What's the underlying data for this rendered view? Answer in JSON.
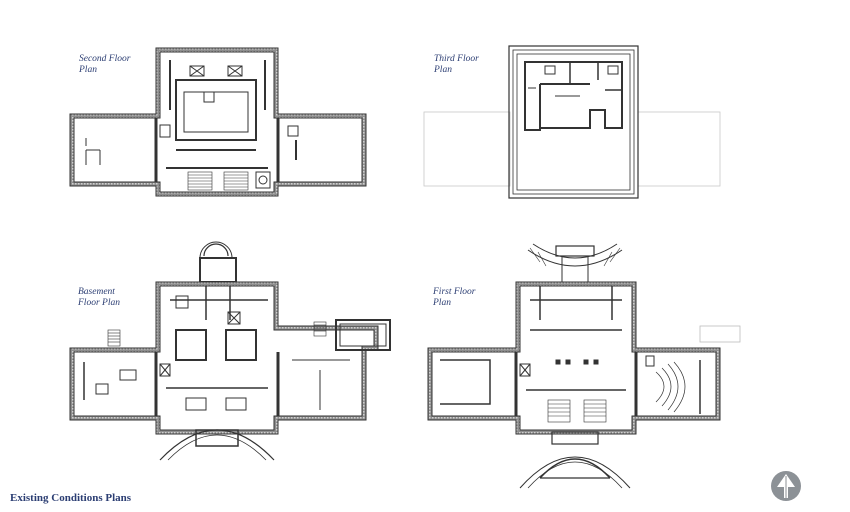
{
  "labels": {
    "second_floor": "Second Floor\nPlan",
    "third_floor": "Third Floor\nPlan",
    "basement": "Basement\nFloor Plan",
    "first_floor": "First Floor\nPlan"
  },
  "title": "Existing Conditions Plans",
  "colors": {
    "accent": "#2c3e73",
    "wall": "#333333",
    "wall_fill": "#9a9a9a"
  },
  "icons": {
    "north": "north-arrow-icon"
  }
}
